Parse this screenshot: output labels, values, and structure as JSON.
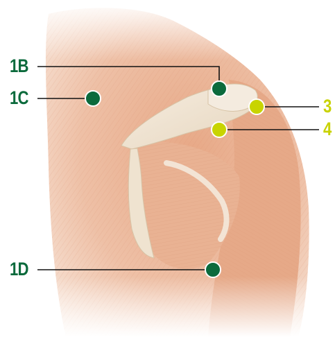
{
  "colors": {
    "green_marker": "#0b6a3c",
    "yellow_marker": "#c8d400",
    "leader_line": "#111111",
    "muscle": "#e8b698",
    "bone": "#f1e6d3"
  },
  "labels": {
    "label_1b": "1B",
    "label_1c": "1C",
    "label_1d": "1D",
    "label_3": "3",
    "label_4": "4"
  },
  "markers": [
    {
      "id": "1B",
      "color": "green"
    },
    {
      "id": "1C",
      "color": "green"
    },
    {
      "id": "1D",
      "color": "green"
    },
    {
      "id": "3",
      "color": "yellow"
    },
    {
      "id": "4",
      "color": "yellow"
    }
  ]
}
